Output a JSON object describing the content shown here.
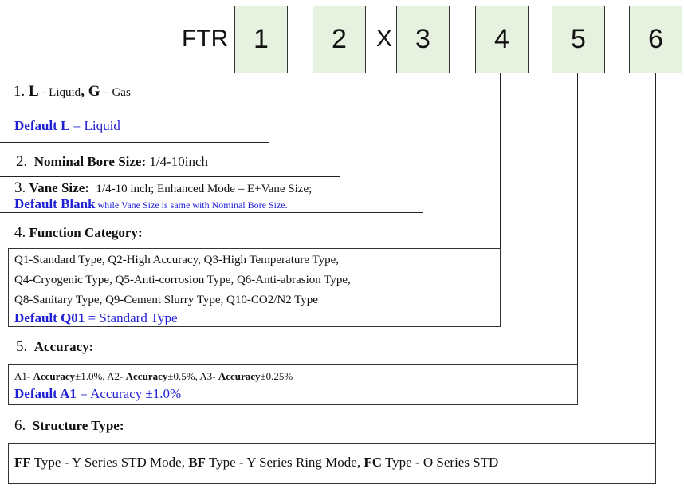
{
  "header": {
    "prefix": "FTR",
    "codes": [
      "1",
      "2",
      "3",
      "4",
      "5",
      "6"
    ],
    "separator": "X"
  },
  "sections": {
    "s1": {
      "num": "1.",
      "title_a": "L",
      "title_b": " - Liquid",
      "title_c": ", G",
      "title_d": " – Gas",
      "default_label": "Default L",
      "default_text": " = Liquid"
    },
    "s2": {
      "num": "2.",
      "title": "Nominal Bore Size:",
      "value": " 1/4-10inch"
    },
    "s3": {
      "num": "3.",
      "title": "Vane Size:",
      "value": "1/4-10 inch; Enhanced Mode – E+Vane Size;",
      "default_label": "Default Blank",
      "default_text": " while Vane Size is same with Nominal Bore Size."
    },
    "s4": {
      "num": "4.",
      "title": "Function Category:",
      "lines": [
        "Q1-Standard Type, Q2-High Accuracy, Q3-High Temperature Type,",
        "Q4-Cryogenic Type,    Q5-Anti-corrosion Type, Q6-Anti-abrasion Type,",
        "Q8-Sanitary Type,    Q9-Cement Slurry Type, Q10-CO2/N2 Type"
      ],
      "default_label": "Default Q01",
      "default_text": " = Standard Type"
    },
    "s5": {
      "num": "5.",
      "title": "Accuracy:",
      "a1_code": "A1- ",
      "a1_word": "Accuracy",
      "a1_val": "±1.0%, ",
      "a2_code": "A2- ",
      "a2_word": "Accuracy",
      "a2_val": "±0.5%, ",
      "a3_code": "A3- ",
      "a3_word": "Accuracy",
      "a3_val": "±0.25%",
      "default_label": "Default A1",
      "default_text": " = Accuracy  ±1.0%"
    },
    "s6": {
      "num": "6.",
      "title": "Structure Type:",
      "ff": "FF",
      "ff_text": " Type - ",
      "ff_desc": "Y Series STD Mode, ",
      "bf": "BF",
      "bf_text": " Type - ",
      "bf_desc": "Y Series Ring Mode, ",
      "fc": "FC",
      "fc_text": " Type - ",
      "fc_desc": "O Series STD"
    }
  },
  "colors": {
    "code_box_fill": "#e6f2df",
    "default_blue": "#1f1fd6",
    "line": "#222222"
  }
}
